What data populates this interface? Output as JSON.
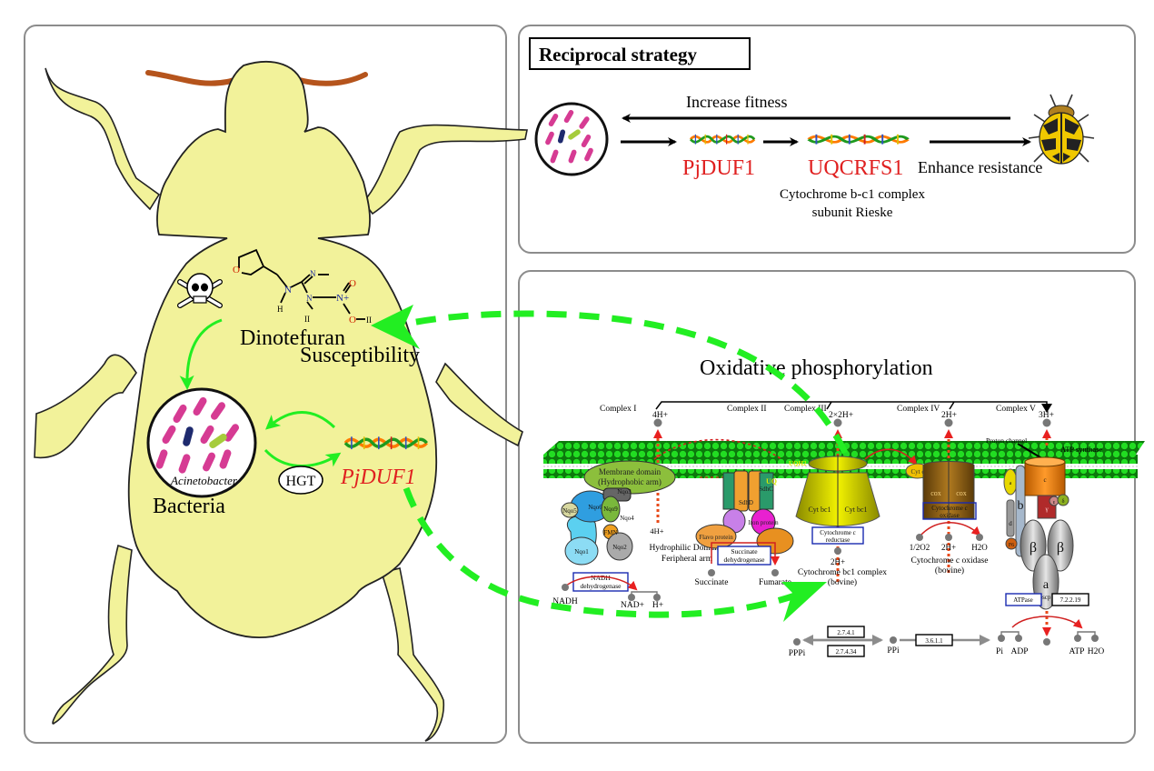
{
  "left_panel": {
    "dinotefuran_label": "Dinotefuran",
    "susceptibility_label": "Susceptibility",
    "bacteria_label": "Bacteria",
    "acinetobacter_label": "Acinetobacter",
    "hgt_label": "HGT",
    "gene_label": "PjDUF1",
    "molecule_atoms": {
      "O_ring": "O",
      "N1": "N",
      "H1": "H",
      "N2": "N",
      "N3": "N",
      "H2": "II",
      "N_plus": "N+",
      "O_top": "O",
      "O_bottom": "O",
      "H_bottom": "II"
    }
  },
  "top_panel": {
    "title": "Reciprocal strategy",
    "increase_fitness": "Increase fitness",
    "gene1": "PjDUF1",
    "gene2": "UQCRFS1",
    "enhance_resistance": "Enhance resistance",
    "gene2_desc_line1": "Cytochrome b-c1 complex",
    "gene2_desc_line2": "subunit Rieske"
  },
  "bottom_panel": {
    "title": "Oxidative phosphorylation",
    "complexes": [
      "Complex I",
      "Complex II",
      "Complex III",
      "Complex IV",
      "Complex V"
    ],
    "proton_labels": [
      "4H+",
      "2×2H+",
      "2H+",
      "3H+"
    ],
    "complex1": {
      "membrane_domain_line1": "Membrane domain",
      "membrane_domain_line2": "(Hydrophobic arm)",
      "subunits": [
        "Nqo3",
        "Nqo6",
        "Nqo4",
        "Nqo9",
        "Nqo5",
        "FMN",
        "Nqo2",
        "Nqo1"
      ],
      "inner_h": "4H+",
      "hydrophilic_line1": "Hydrophilic Domaine",
      "hydrophilic_line2": "Feripheral arm",
      "enzyme_line1": "NADH",
      "enzyme_line2": "dehydrogenase",
      "substrate": "NADH",
      "products": [
        "NAD+",
        "H+"
      ]
    },
    "complex2": {
      "subunits": [
        "SdhC",
        "SdhD",
        "Flavo protein",
        "Iron protein"
      ],
      "uq": "UQ",
      "uqh2": "UQH2",
      "enzyme_line1": "Succinate",
      "enzyme_line2": "dehydrogenase",
      "substrate": "Succinate",
      "product": "Fumarate"
    },
    "complex3": {
      "subunits": [
        "Cyt bc1",
        "Cyt bc1"
      ],
      "enzyme_line1": "Cytochrome c",
      "enzyme_line2": "reductase",
      "h_label": "2H+",
      "name_line1": "Cytochrome bc1 complex",
      "name_line2": "(bovine)"
    },
    "complex4": {
      "cyt_c": "Cyt c",
      "subunits": [
        "cox",
        "cox"
      ],
      "enzyme_line1": "Cytochrome c",
      "enzyme_line2": "oxidase",
      "inputs": [
        "1/2O2",
        "2H+"
      ],
      "output": "H2O",
      "name_line1": "Cytochrome c oxidase",
      "name_line2": "(bovine)"
    },
    "complex5": {
      "proton_channel": "Proton channel",
      "atp_synthase": "ATP synthase",
      "subunits": [
        "c",
        "a",
        "b",
        "d",
        "F6",
        "γ",
        "ε",
        "δ",
        "β",
        "β",
        "a",
        "oscp"
      ],
      "enzyme": "ATPase",
      "ec": "7.2.2.19",
      "inputs": [
        "Pi",
        "ADP"
      ],
      "outputs": [
        "ATP",
        "H2O"
      ]
    },
    "bottom_reactions": {
      "pppi": "PPPi",
      "ppi": "PPi",
      "ec_top": "2.7.4.1",
      "ec_bottom": "2.7.4.34",
      "ec_right": "3.6.1.1"
    }
  },
  "colors": {
    "beetle_body": "#f2f29a",
    "green_arrow": "#22ee22",
    "gene_red": "#e02020",
    "bacteria_pink": "#d63b93",
    "bacteria_navy": "#1e2a6e",
    "bacteria_lime": "#a6cc3c",
    "antenna_brown": "#b5541c",
    "membrane_green": "#16c616"
  }
}
